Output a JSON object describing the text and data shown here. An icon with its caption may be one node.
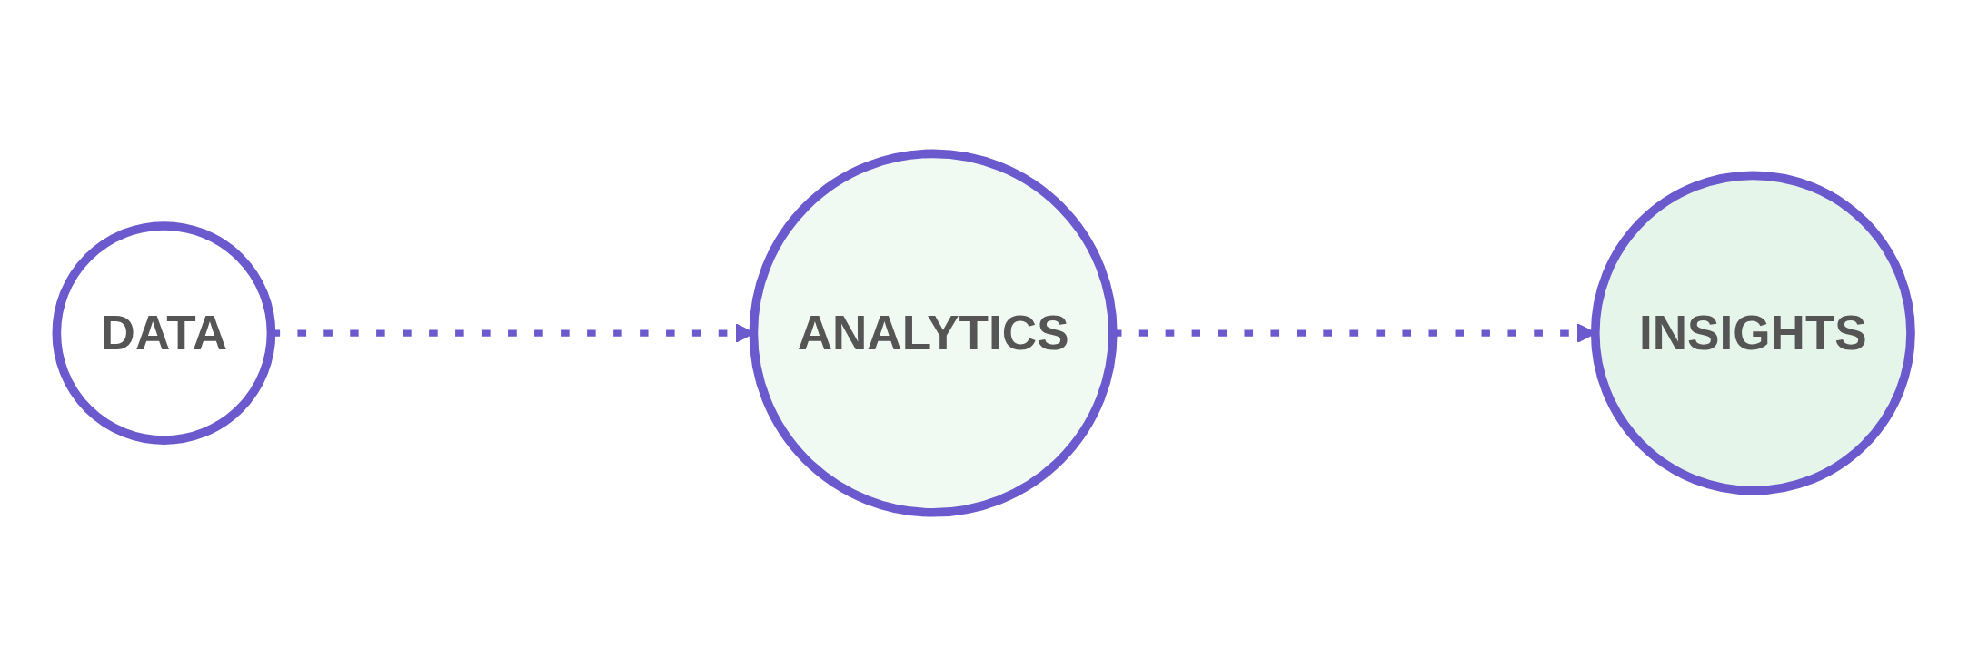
{
  "diagram": {
    "nodes": [
      {
        "text": [
          "DATA"
        ]
      },
      {
        "text": [
          "ANALYTICS"
        ]
      },
      {
        "text": [
          "INSIGHTS"
        ]
      }
    ],
    "edges": [
      {
        "from": 0,
        "to": 1,
        "arrow": "to",
        "style": "dashed"
      },
      {
        "from": 1,
        "to": 2,
        "arrow": "to",
        "style": "dashed"
      }
    ]
  }
}
